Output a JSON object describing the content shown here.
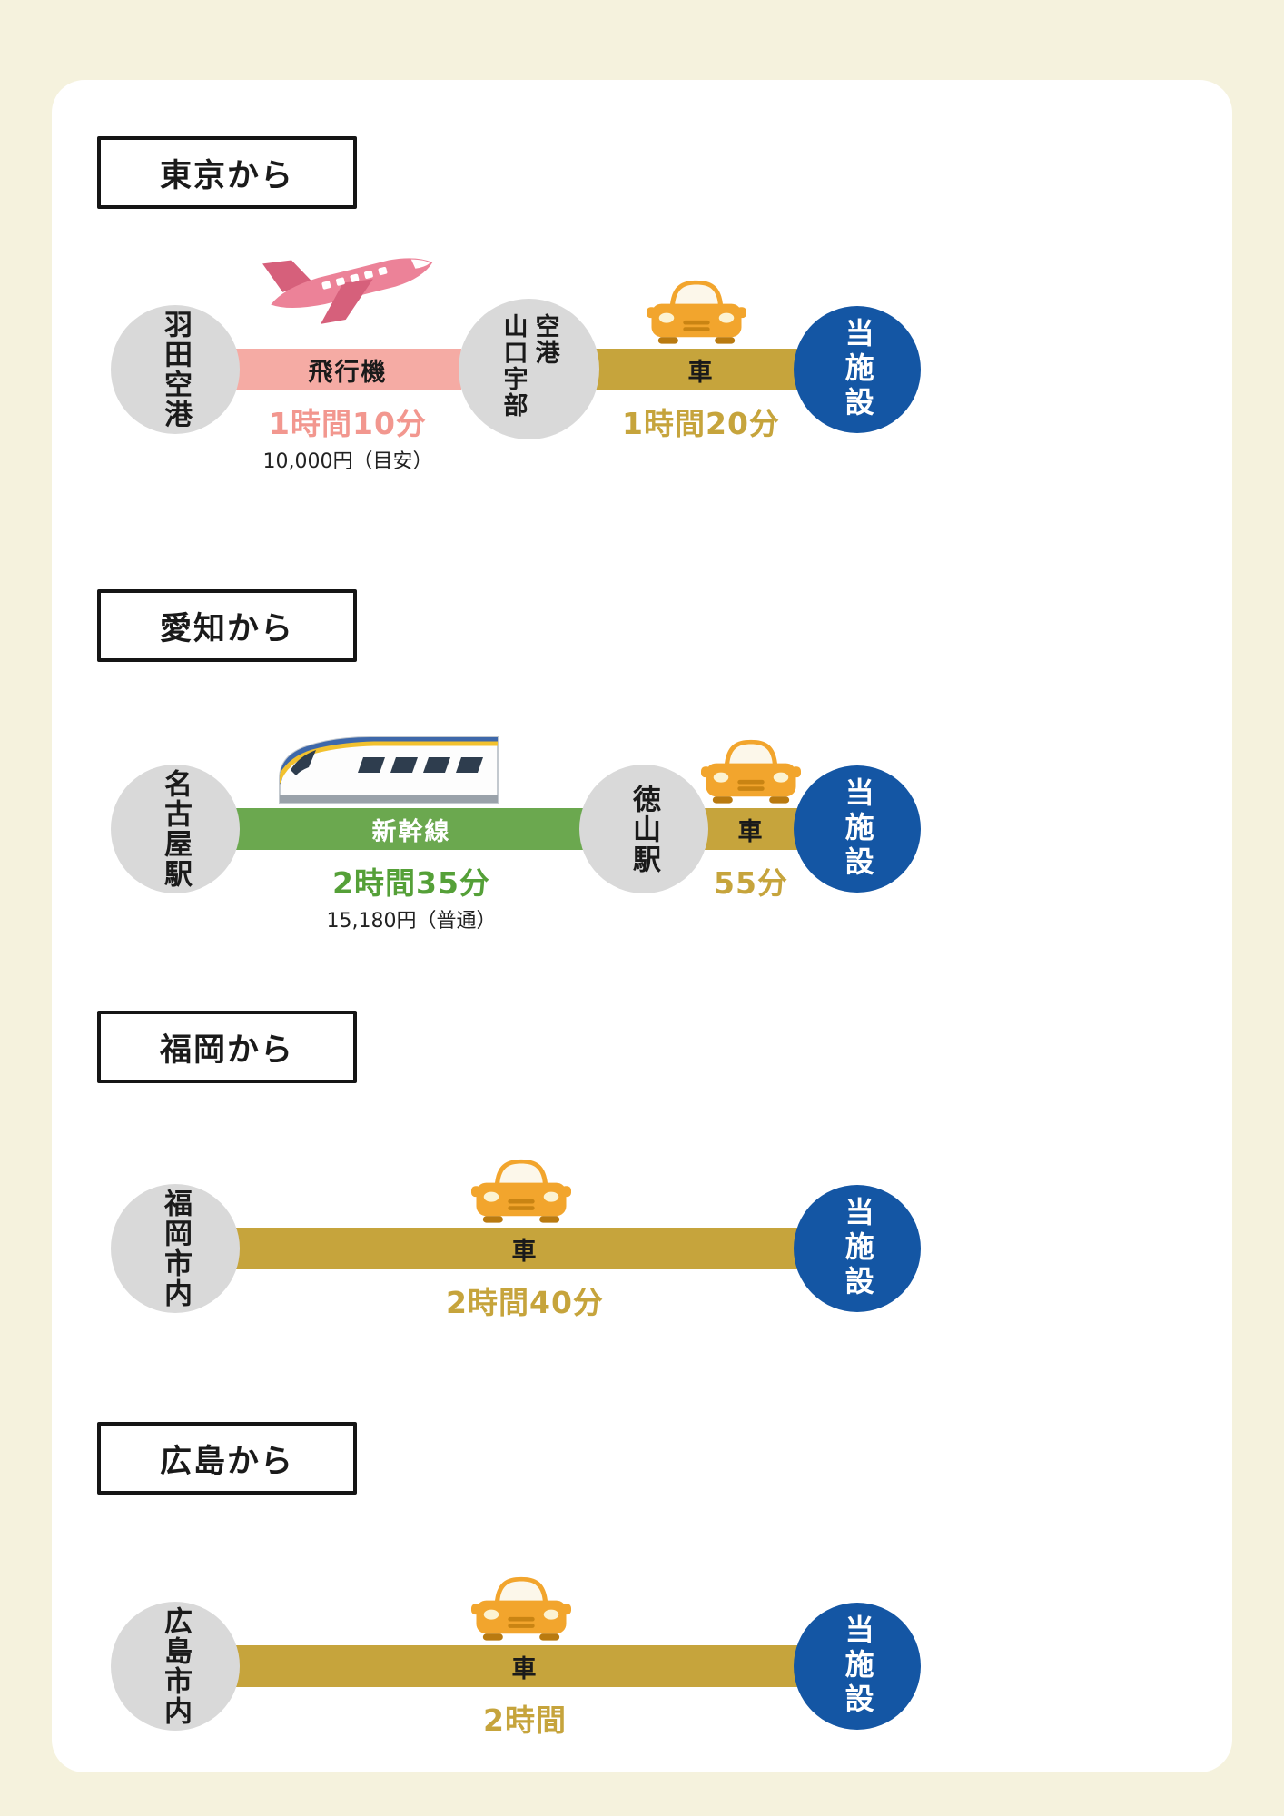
{
  "page": {
    "background_color": "#f5f2dd",
    "card_color": "#ffffff"
  },
  "colors": {
    "plane_bar": "#f5aba4",
    "plane_duration_text": "#f2978f",
    "train_bar": "#6ba84f",
    "train_duration_text": "#55a038",
    "car_bar": "#c6a43c",
    "car_duration_text": "#c6a43c",
    "node_gray": "#d9d9d9",
    "facility_blue": "#1456a4",
    "car_icon_orange": "#f2a52d",
    "plane_icon_pink": "#ec8298"
  },
  "icons": {
    "plane": "airplane-icon",
    "train": "shinkansen-icon",
    "car": "car-icon"
  },
  "sections": [
    {
      "title": "東京から",
      "origin": "羽田空港",
      "segments": [
        {
          "mode": "plane",
          "label": "飛行機",
          "duration": "1時間10分",
          "price": "10,000円（目安）",
          "to": "山口宇部空港"
        },
        {
          "mode": "car",
          "label": "車",
          "duration": "1時間20分",
          "to": "当施設"
        }
      ]
    },
    {
      "title": "愛知から",
      "origin": "名古屋駅",
      "segments": [
        {
          "mode": "train",
          "label": "新幹線",
          "duration": "2時間35分",
          "price": "15,180円（普通）",
          "to": "徳山駅"
        },
        {
          "mode": "car",
          "label": "車",
          "duration": "55分",
          "to": "当施設"
        }
      ]
    },
    {
      "title": "福岡から",
      "origin": "福岡市内",
      "segments": [
        {
          "mode": "car",
          "label": "車",
          "duration": "2時間40分",
          "to": "当施設"
        }
      ]
    },
    {
      "title": "広島から",
      "origin": "広島市内",
      "segments": [
        {
          "mode": "car",
          "label": "車",
          "duration": "2時間",
          "to": "当施設"
        }
      ]
    }
  ]
}
